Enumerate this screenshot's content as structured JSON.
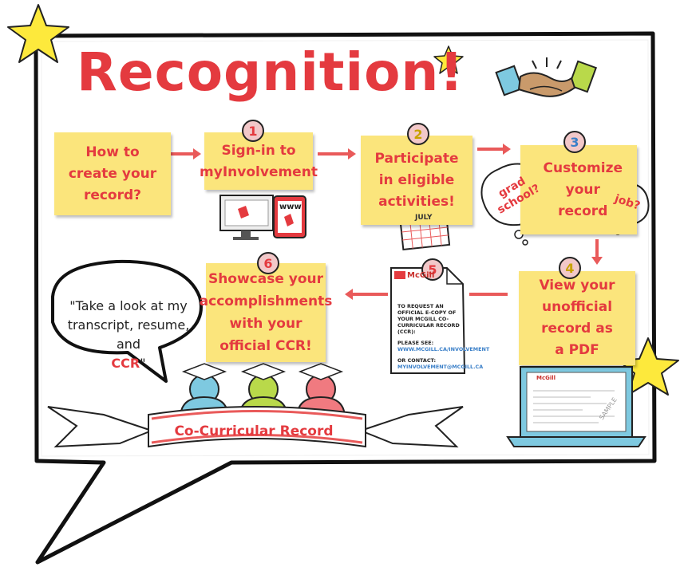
{
  "title": "Recognition!",
  "steps": {
    "intro": {
      "label": "How to\ncreate your\nrecord?"
    },
    "step1": {
      "number": "1",
      "label": "Sign-in to\nmyInvolvement"
    },
    "step2": {
      "number": "2",
      "label": "Participate\nin eligible\nactivities!"
    },
    "step3": {
      "number": "3",
      "label": "Customize\nyour\nrecord"
    },
    "step4": {
      "number": "4",
      "label": "View your\nunofficial\nrecord as\na PDF"
    },
    "step5": {
      "number": "5"
    },
    "step6": {
      "number": "6",
      "label": "Showcase your\naccomplishments\nwith your\nofficial CCR!"
    }
  },
  "thoughts": {
    "grad_school": "grad\nschool?",
    "job": "job?"
  },
  "www_label": "www",
  "calendar_month": "JULY",
  "document": {
    "logo": "McGill",
    "line1": "TO REQUEST AN OFFICIAL E-COPY OF YOUR MCGILL CO-CURRICULAR RECORD (CCR):",
    "see_label": "PLEASE SEE:",
    "see_link": "WWW.MCGILL.CA/INVOLVEMENT",
    "contact_label": "OR CONTACT:",
    "contact_link": "MYINVOLVEMENT@MCGILL.CA"
  },
  "quote": {
    "text": "\"Take a look at my\ntranscript, resume,\nand",
    "highlight": "CCR",
    "close": "\""
  },
  "banner": "Co-Curricular Record",
  "laptop": {
    "logo": "McGill",
    "watermark": "SAMPLE"
  },
  "colors": {
    "accent_red": "#e43a3f",
    "note_yellow": "#fbe57c",
    "star_yellow": "#fde93c",
    "blue": "#3a7fc8"
  }
}
